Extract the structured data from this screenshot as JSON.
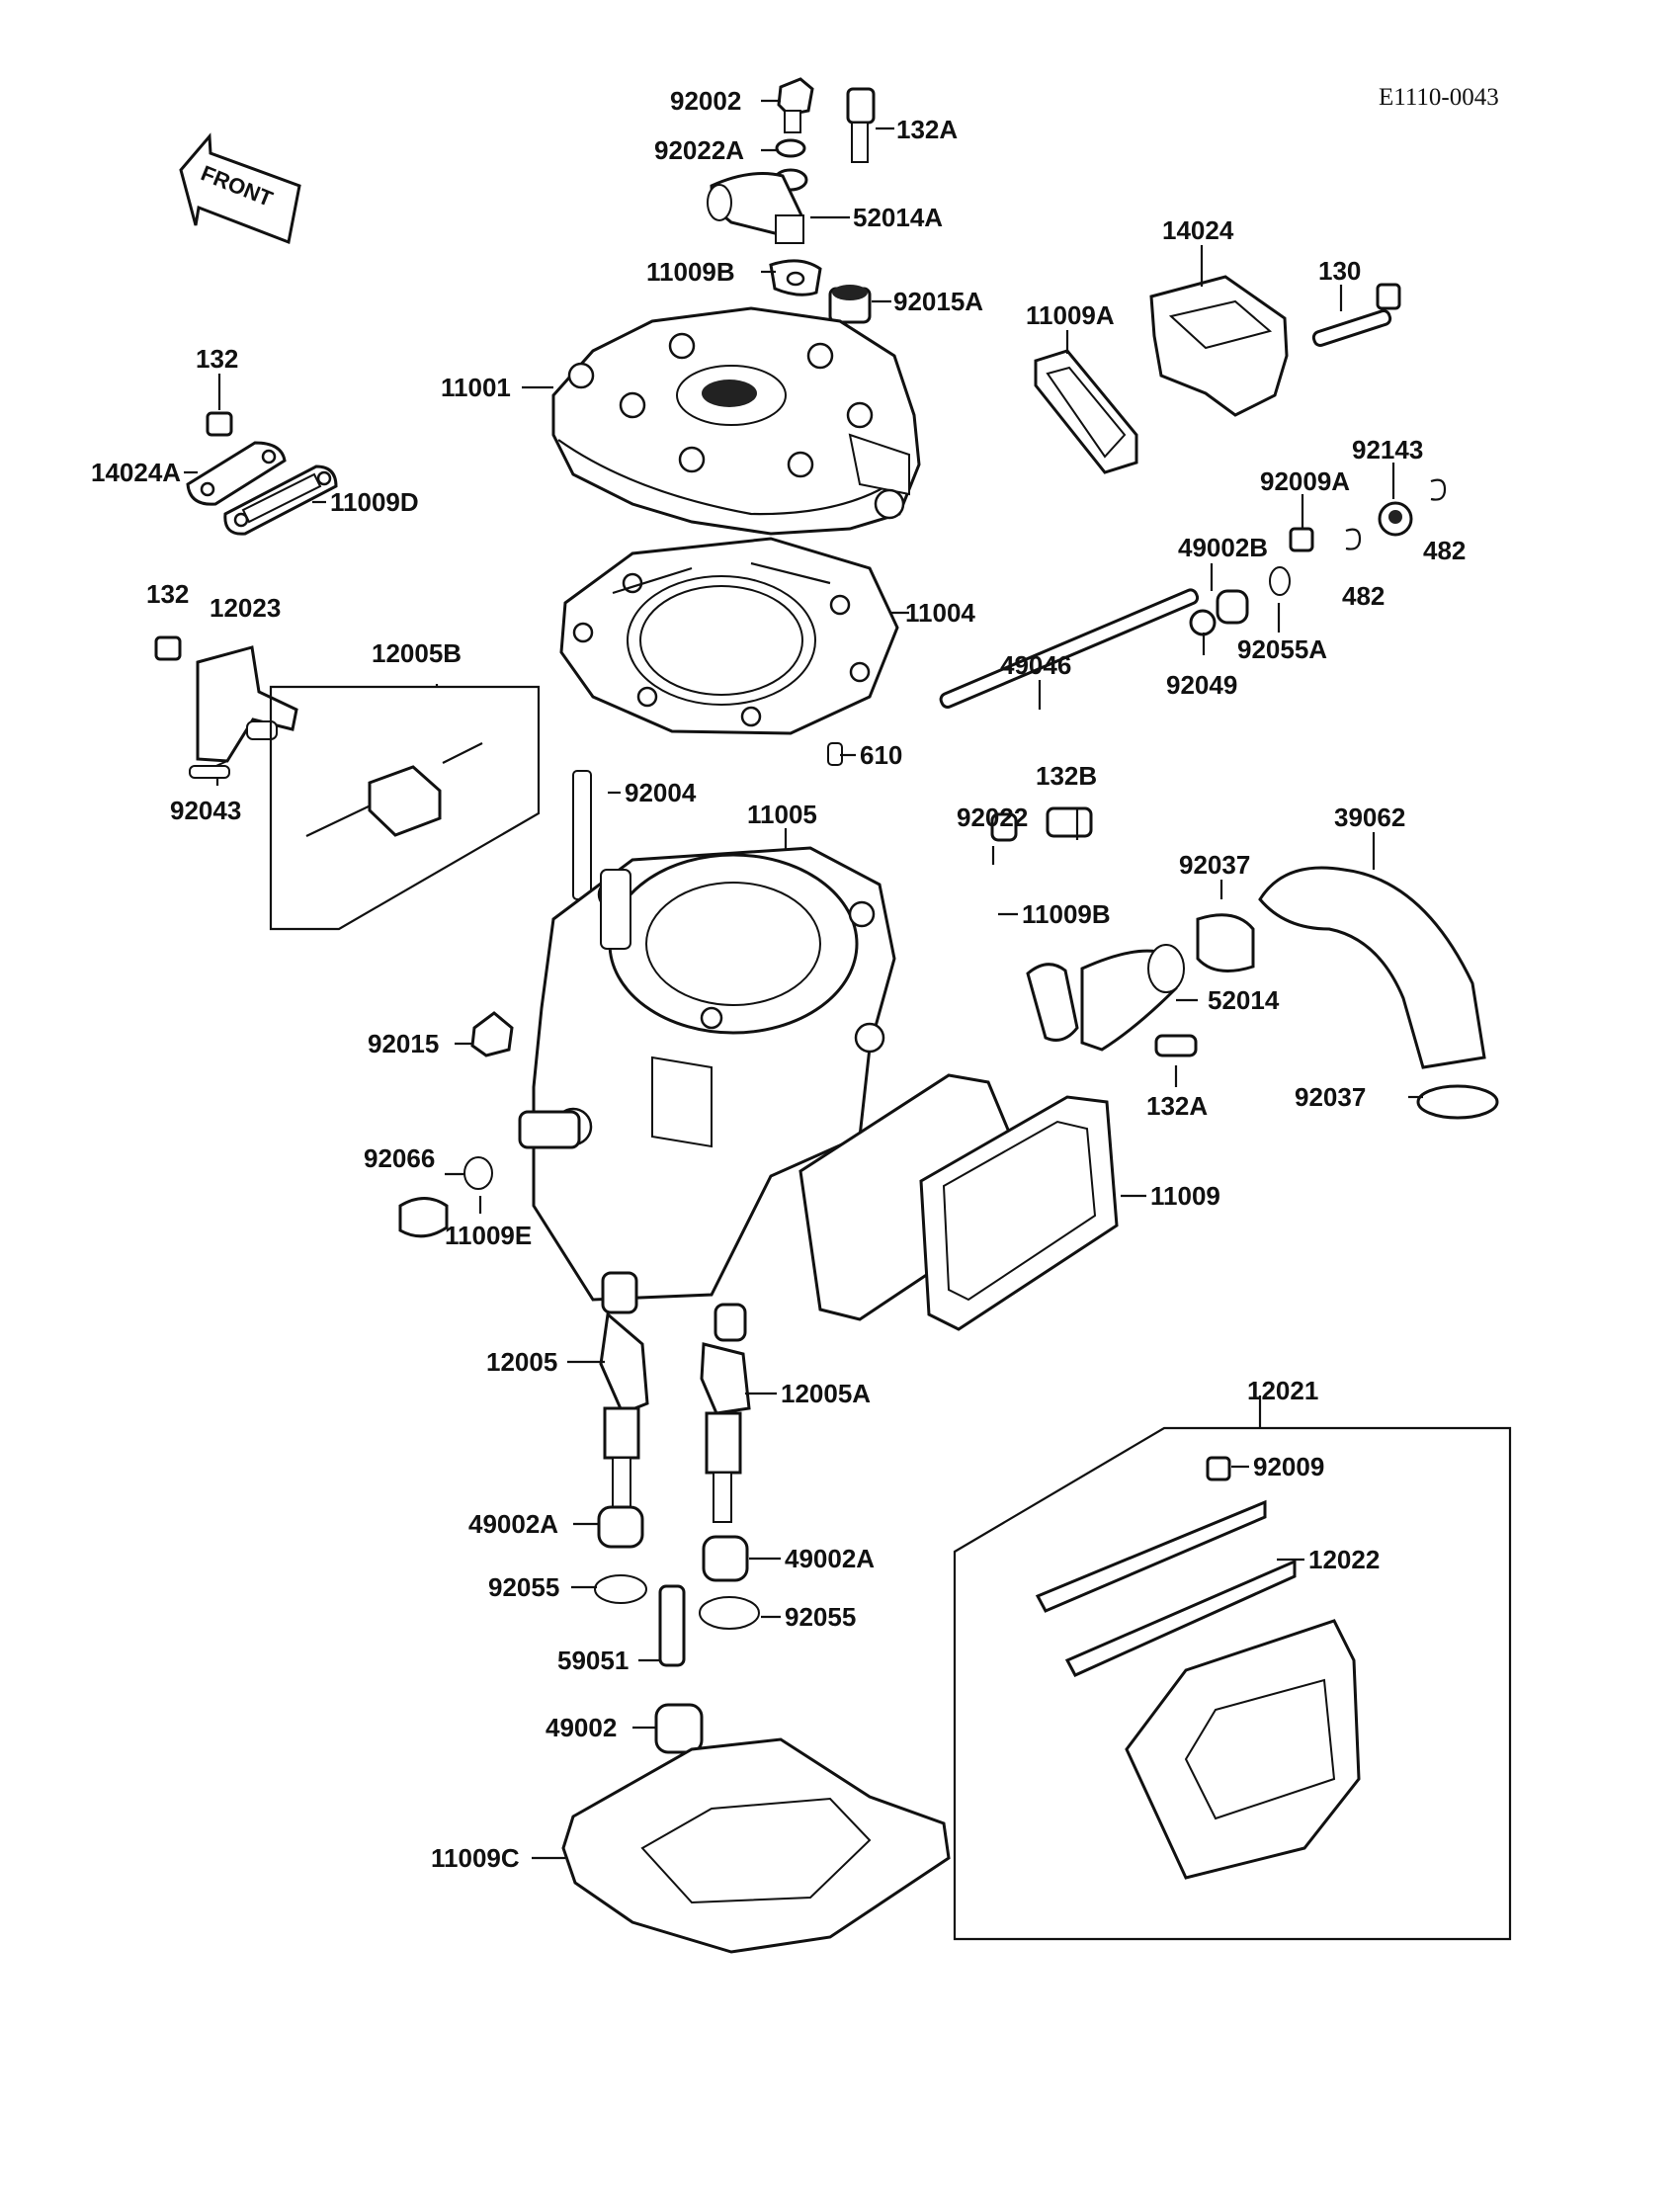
{
  "ref_code": "E1110-0043",
  "front_label": "FRONT",
  "labels": {
    "p92002": "92002",
    "p132A_top": "132A",
    "p92022A": "92022A",
    "p52014A": "52014A",
    "p11009B_top": "11009B",
    "p92015A": "92015A",
    "p14024": "14024",
    "p130": "130",
    "p11009A": "11009A",
    "p132_left": "132",
    "p11001": "11001",
    "p14024A": "14024A",
    "p11009D": "11009D",
    "p92143": "92143",
    "p92009A": "92009A",
    "p482_a": "482",
    "p49002B": "49002B",
    "p482_b": "482",
    "p11004": "11004",
    "p92055A": "92055A",
    "p132_mid": "132",
    "p12023": "12023",
    "p92049": "92049",
    "p49046": "49046",
    "p12005B": "12005B",
    "p610": "610",
    "p92043": "92043",
    "p132B": "132B",
    "p92004": "92004",
    "p11005": "11005",
    "p92022": "92022",
    "p39062": "39062",
    "p92037_top": "92037",
    "p11009B_mid": "11009B",
    "p52014": "52014",
    "p92015": "92015",
    "p132A_mid": "132A",
    "p92037_bot": "92037",
    "p92066": "92066",
    "p11009": "11009",
    "p11009E": "11009E",
    "p12005": "12005",
    "p12005A": "12005A",
    "p12021": "12021",
    "p92009": "92009",
    "p49002A_left": "49002A",
    "p12022": "12022",
    "p49002A_right": "49002A",
    "p92055_left": "92055",
    "p92055_right": "92055",
    "p59051": "59051",
    "p49002": "49002",
    "p11009C": "11009C"
  }
}
